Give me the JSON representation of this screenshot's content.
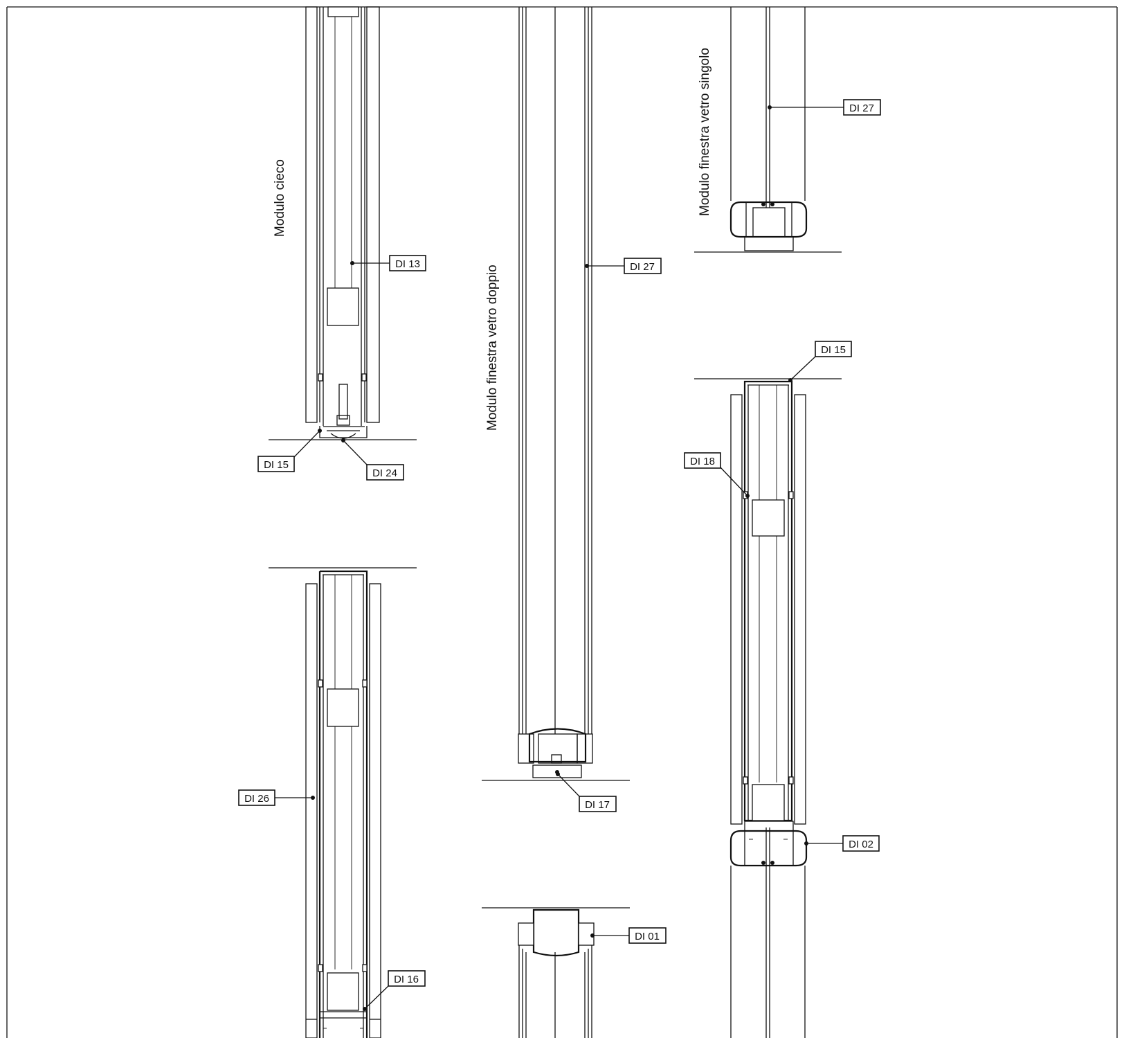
{
  "titles": {
    "modulo_cieco": "Modulo cieco",
    "vetro_doppio": "Modulo finestra vetro doppio",
    "vetro_singolo": "Modulo finestra vetro singolo"
  },
  "tags": {
    "di13": "DI 13",
    "di15_left": "DI 15",
    "di24": "DI 24",
    "di26": "DI 26",
    "di16": "DI 16",
    "di27_mid": "DI 27",
    "di17": "DI 17",
    "di01": "DI 01",
    "di27_right": "DI 27",
    "di15_right": "DI 15",
    "di18": "DI 18",
    "di02": "DI 02"
  }
}
